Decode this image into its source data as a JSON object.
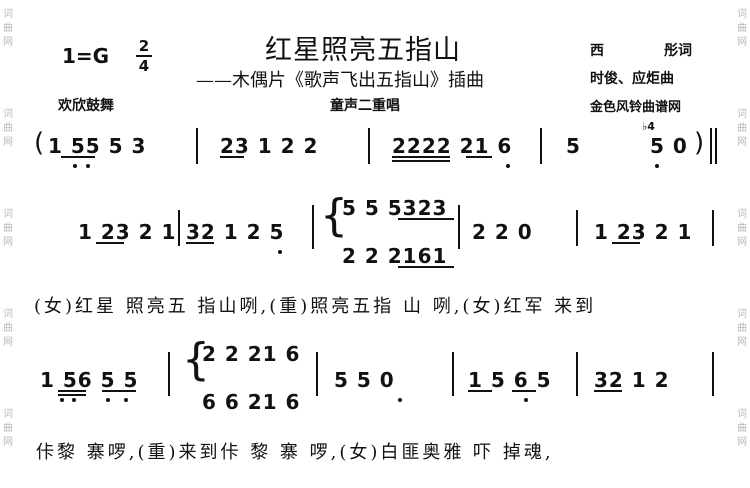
{
  "watermark": {
    "chars": [
      "词",
      "曲",
      "网"
    ]
  },
  "header": {
    "key": "1=G",
    "time_num": "2",
    "time_den": "4",
    "title": "红星照亮五指山",
    "subtitle": "——木偶片《歌声飞出五指山》插曲",
    "credit_lyric_name": "西",
    "credit_lyric_role": "彤词",
    "credit_music": "时俊、应炬曲",
    "site": "金色风铃曲谱网",
    "tempo": "欢欣鼓舞",
    "form": "童声二重唱"
  },
  "row1": {
    "m1": "1 55  5  3",
    "m2": "23 1  2  2",
    "m3": "2222  21 6",
    "m4": "5",
    "m4_mark": "♭4",
    "m5": "5  0"
  },
  "row2": {
    "m1": "1 23  2 1",
    "m2": "32 1  2 5",
    "m3_top": "5 5  5323",
    "m3_bottom": "2 2  2161",
    "m4": "2    2 0",
    "m5": "1 23  2 1"
  },
  "lyrics1": "(女)红星 照亮五 指山咧,(重)照亮五指  山  咧,(女)红军 来到",
  "row3": {
    "m1": "1 56  5 5",
    "m2_top": "2 2  21 6",
    "m2_bottom": "6 6  21 6",
    "m3": "5    5 0",
    "m4": "1 5 6 5",
    "m5": "32 1 2"
  },
  "lyrics2": "佧黎  寨啰,(重)来到佧 黎  寨   啰,(女)白匪奥雅  吓 掉魂,"
}
